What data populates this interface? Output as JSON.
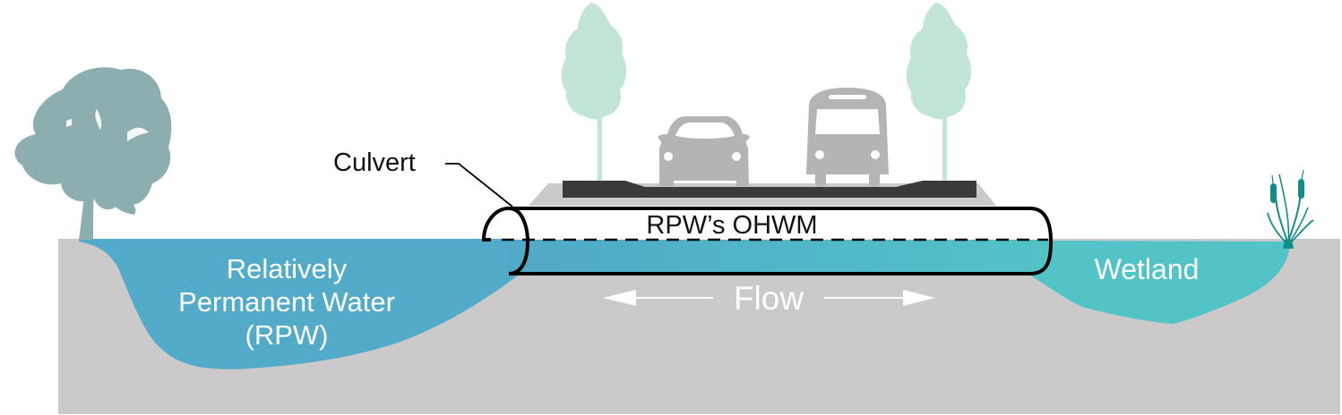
{
  "diagram": {
    "labels": {
      "culvert": "Culvert",
      "ohwm": "RPW’s OHWM",
      "rpw_line1": "Relatively",
      "rpw_line2": "Permanent Water",
      "rpw_line3": "(RPW)",
      "wetland": "Wetland",
      "flow": "Flow"
    },
    "icons": [
      "deciduous-tree-icon",
      "street-tree-icon",
      "car-icon",
      "bus-icon",
      "cattail-icon",
      "bidirectional-arrow-icon"
    ],
    "colors": {
      "ground": "#cbc9ca",
      "rpw_water": "#52abc9",
      "wetland_water": "#52c3c7",
      "large_tree": "#8daeae",
      "street_trees": "#c3e5d6",
      "vehicles": "#b5b4b4",
      "road_surface": "#3a3a3c",
      "road_base": "#cbc9ca",
      "cattail": "#138d87",
      "outline": "#000000",
      "text_light": "#ffffff",
      "text_dark": "#111111"
    }
  }
}
